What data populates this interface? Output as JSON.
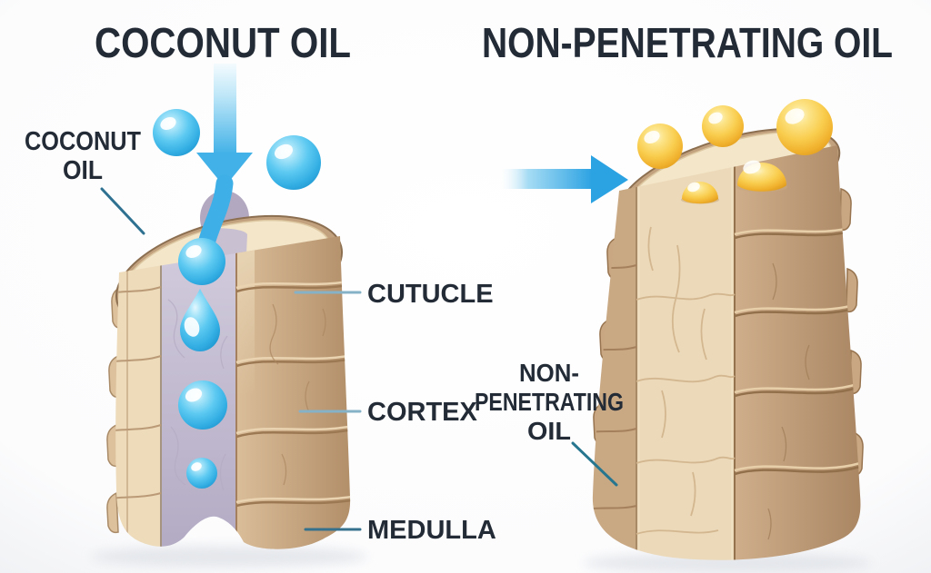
{
  "left_panel": {
    "title": "COCONUT OIL",
    "oil_label": {
      "line1": "COCONUT",
      "line2": "OIL"
    },
    "layer_labels": {
      "cuticle": "CUTUCLE",
      "cortex": "CORTEX",
      "medulla": "MEDULLA"
    }
  },
  "right_panel": {
    "title": "NON-PENETRATING OIL",
    "oil_label": {
      "line1": "NON-",
      "line2": "PENETRATING",
      "line3": "OIL"
    }
  },
  "illustration": {
    "type": "hair-shaft-oil-penetration-comparison",
    "left_blue_droplet_count": 6,
    "right_yellow_droplet_count": 5,
    "colors": {
      "text": "#232b36",
      "droplet_blue": "#4fc3f0",
      "arrow_blue": "#3aabe6",
      "oil_yellow": "#f8c944",
      "hair_outer_tan": "#c9a884",
      "hair_cut_cream": "#f3e6c9",
      "hair_rim_tan": "#c2a27e",
      "channel_lavender": "#c3bcd2",
      "leader_line_light": "#85b2c7",
      "leader_line_dark": "#2e7190",
      "background": "#ffffff"
    }
  }
}
